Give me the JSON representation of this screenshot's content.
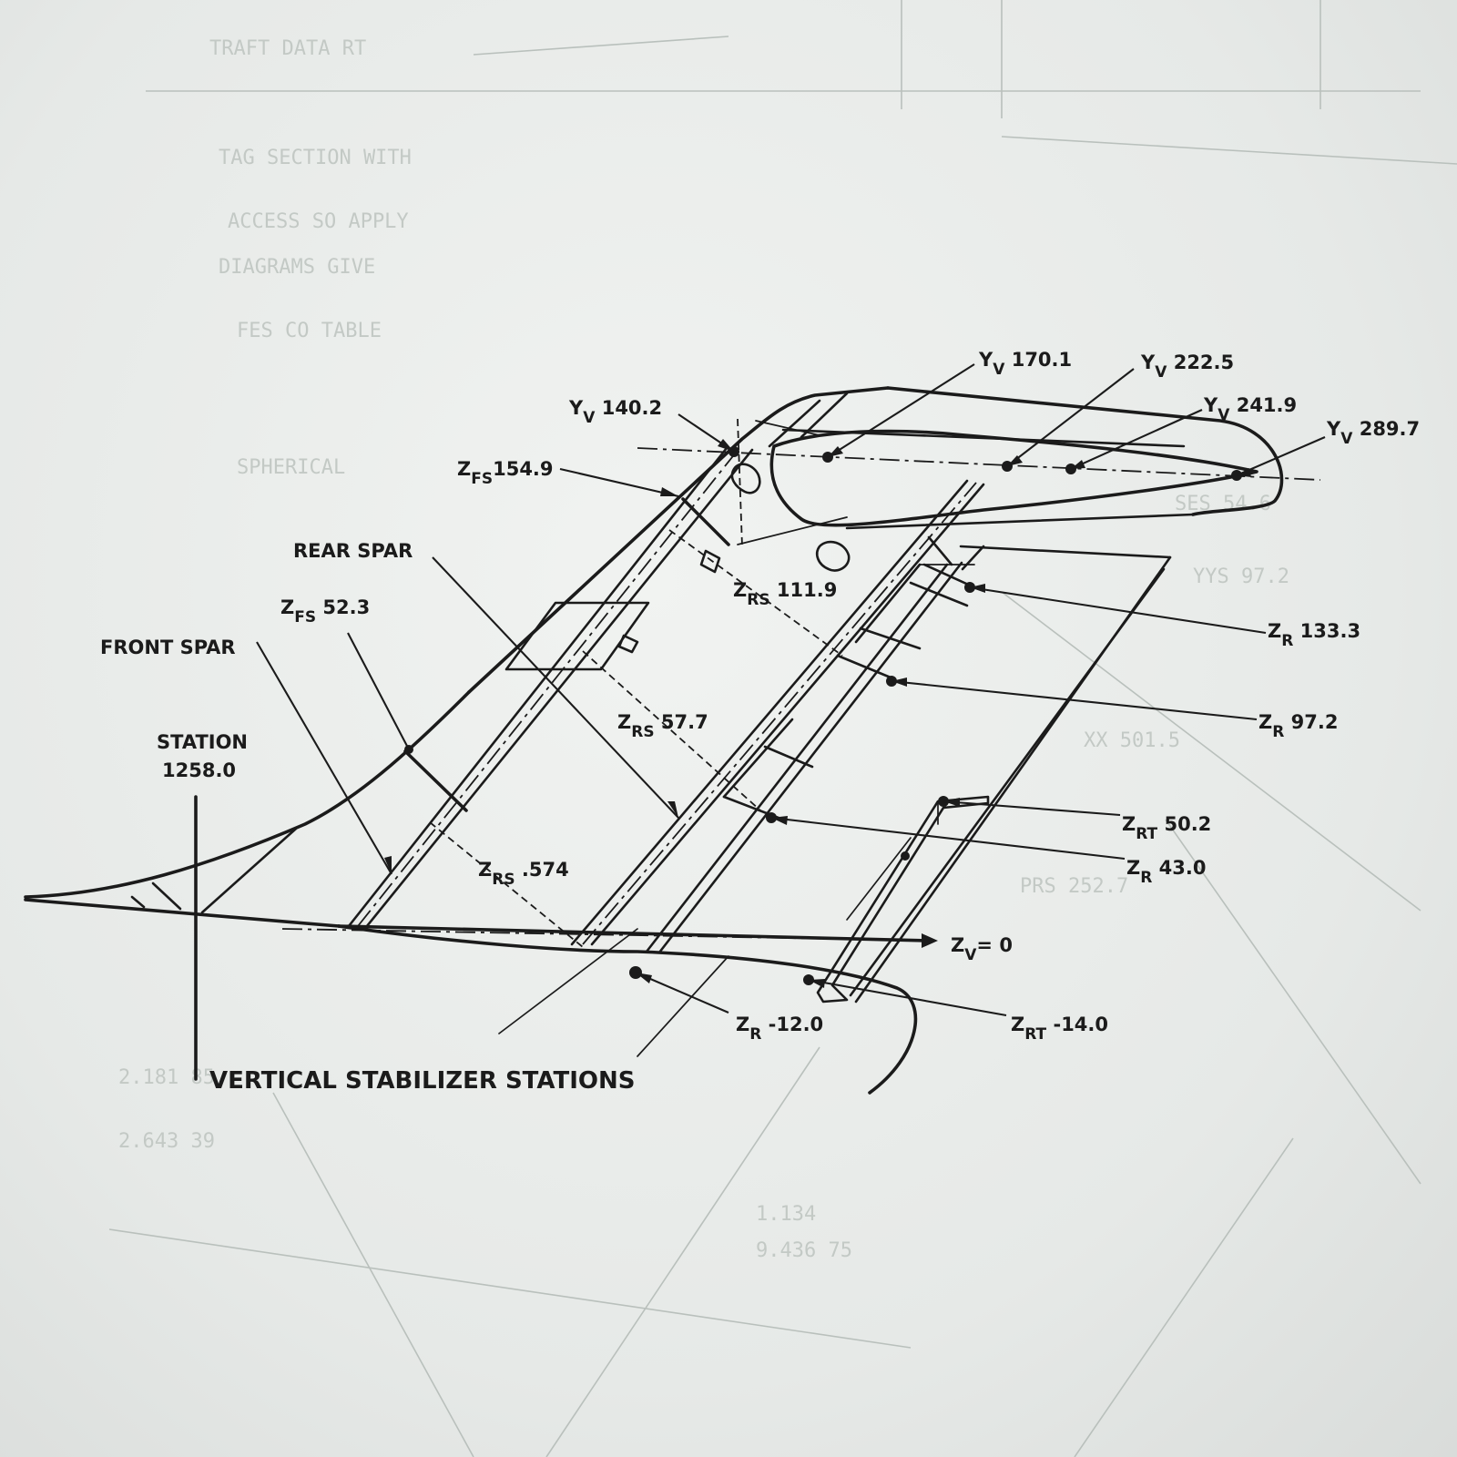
{
  "diagram": {
    "title": "VERTICAL STABILIZER STATIONS",
    "station": {
      "line1": "STATION",
      "line2": "1258.0"
    },
    "front_spar": "FRONT SPAR",
    "rear_spar": "REAR SPAR",
    "labels": {
      "yv_140": {
        "main": "Y",
        "sub": "V",
        "value": " 140.2"
      },
      "yv_170": {
        "main": "Y",
        "sub": "V",
        "value": " 170.1"
      },
      "yv_222": {
        "main": "Y",
        "sub": "V",
        "value": " 222.5"
      },
      "yv_241": {
        "main": "Y",
        "sub": "V",
        "value": " 241.9"
      },
      "yv_289": {
        "main": "Y",
        "sub": "V",
        "value": " 289.7"
      },
      "zfs_154": {
        "main": "Z",
        "sub": "FS",
        "value": "154.9"
      },
      "zfs_52": {
        "main": "Z",
        "sub": "FS",
        "value": " 52.3"
      },
      "zrs_111": {
        "main": "Z",
        "sub": "RS",
        "value": " 111.9"
      },
      "zrs_57": {
        "main": "Z",
        "sub": "RS",
        "value": " 57.7"
      },
      "zrs_574": {
        "main": "Z",
        "sub": "RS",
        "value": " .574"
      },
      "zr_133": {
        "main": "Z",
        "sub": "R",
        "value": " 133.3"
      },
      "zr_97": {
        "main": "Z",
        "sub": "R",
        "value": " 97.2"
      },
      "zrt_50": {
        "main": "Z",
        "sub": "RT",
        "value": " 50.2"
      },
      "zr_43": {
        "main": "Z",
        "sub": "R",
        "value": " 43.0"
      },
      "zv_0": {
        "main": "Z",
        "sub": "V",
        "value": "= 0"
      },
      "zr_m12": {
        "main": "Z",
        "sub": "R",
        "value": " -12.0"
      },
      "zrt_m14": {
        "main": "Z",
        "sub": "RT",
        "value": " -14.0"
      }
    }
  }
}
